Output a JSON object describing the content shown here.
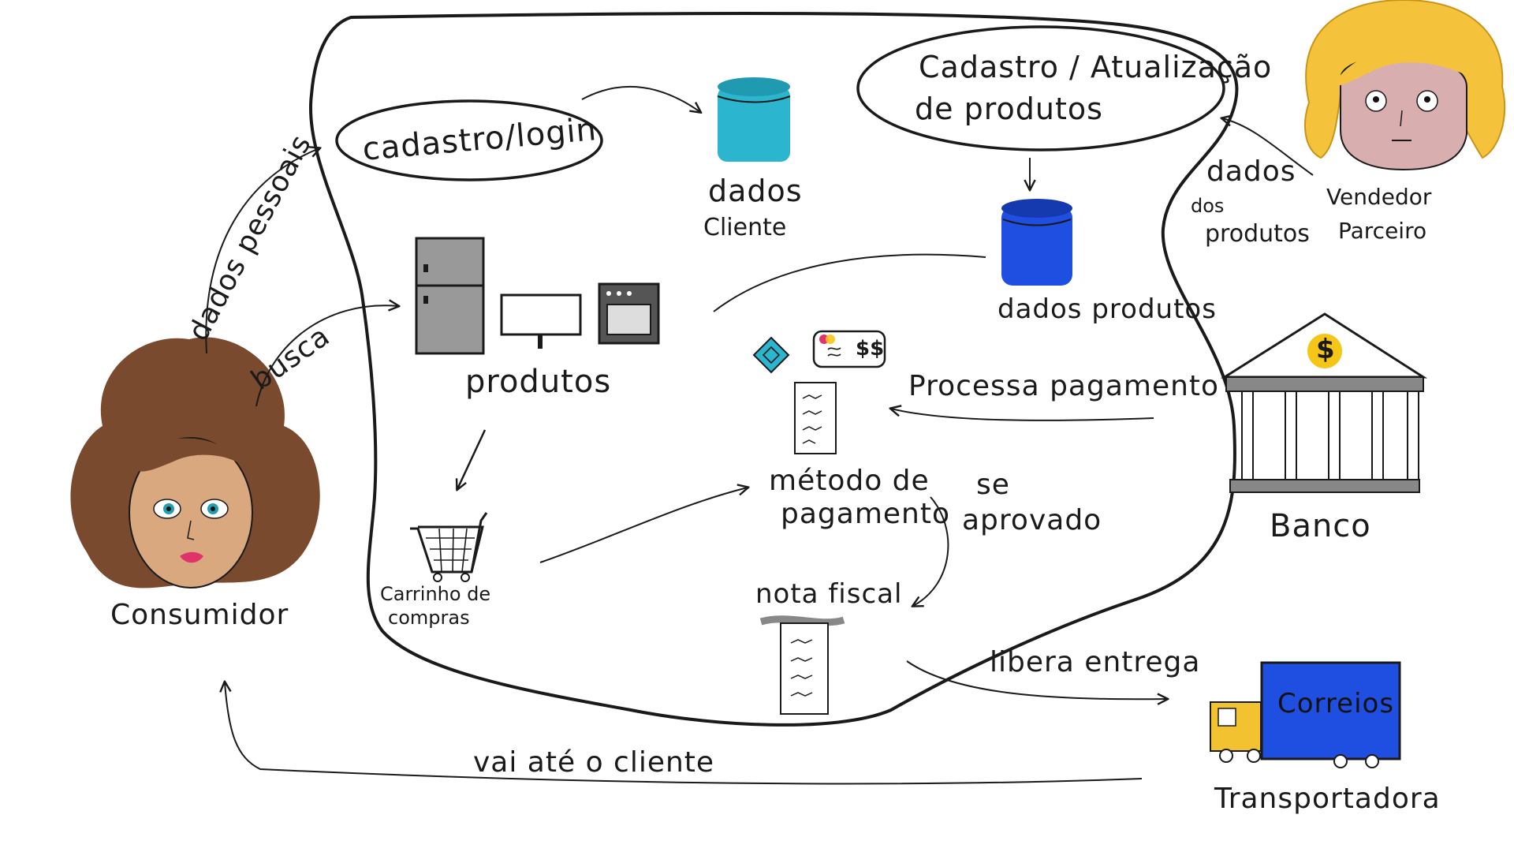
{
  "labels": {
    "dados_pessoais": "dados pessoais",
    "busca": "busca",
    "consumidor": "Consumidor",
    "cadastro_login": "cadastro/login",
    "dados_cliente_1": "dados",
    "dados_cliente_2": "Cliente",
    "cadastro_atualizacao_1": "Cadastro / Atualização",
    "cadastro_atualizacao_2": "de produtos",
    "dados_produtos": "dados produtos",
    "vendedor_1": "Vendedor",
    "vendedor_2": "Parceiro",
    "dados_dos_produtos_1": "dados",
    "dados_dos_produtos_2": "dos",
    "dados_dos_produtos_3": "produtos",
    "produtos": "produtos",
    "carrinho_1": "Carrinho de",
    "carrinho_2": "compras",
    "metodo_1": "método de",
    "metodo_2": "pagamento",
    "processa_pagamento": "Processa pagamento",
    "se_aprovado_1": "se",
    "se_aprovado_2": "aprovado",
    "nota_fiscal": "nota fiscal",
    "card_text": "$$",
    "banco": "Banco",
    "bank_symbol": "$",
    "libera_entrega": "libera entrega",
    "correios": "Correios",
    "transportadora": "Transportadora",
    "vai_ate_cliente": "vai até o cliente"
  },
  "icons": [
    "consumer-avatar-icon",
    "seller-avatar-icon",
    "database-icon",
    "fridge-icon",
    "monitor-icon",
    "oven-icon",
    "shopping-cart-icon",
    "pix-icon",
    "credit-card-icon",
    "receipt-icon",
    "bank-icon",
    "truck-icon"
  ],
  "colors": {
    "db_cliente": "#2bb5cf",
    "db_produtos": "#1f4fe0",
    "truck_body": "#1f4fe0",
    "truck_cab": "#f2c230",
    "hair_consumer": "#7a4a2e",
    "hair_seller": "#f5c33b",
    "bank_coin": "#f5c518"
  }
}
